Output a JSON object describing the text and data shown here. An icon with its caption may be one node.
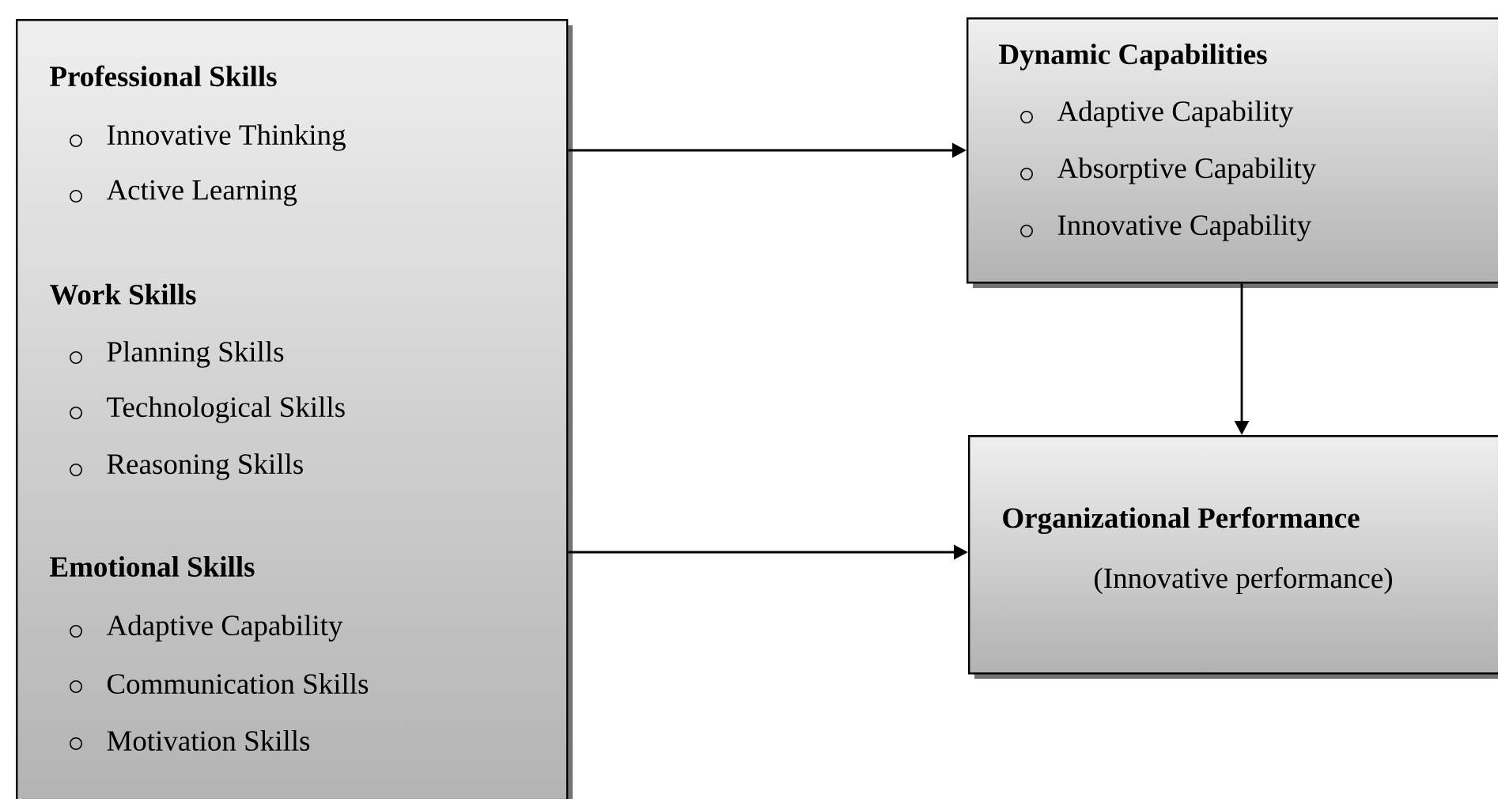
{
  "diagram": {
    "nodes": [
      {
        "text": [
          "Professional Skills",
          "Innovative Thinking",
          "Active Learning",
          "Work Skills",
          "Planning Skills",
          "Technological Skills",
          "Reasoning Skills",
          "Emotional Skills",
          "Adaptive Capability",
          "Communication Skills",
          "Motivation Skills"
        ]
      },
      {
        "text": [
          "Dynamic Capabilities",
          "Adaptive Capability",
          "Absorptive Capability",
          "Innovative Capability"
        ]
      },
      {
        "text": [
          "Organizational Performance",
          "(Innovative performance)"
        ]
      }
    ],
    "edges": [
      {
        "from": 0,
        "to": 1,
        "arrow": "to"
      },
      {
        "from": 1,
        "to": 2,
        "arrow": "to"
      },
      {
        "from": 0,
        "to": 2,
        "arrow": "to"
      }
    ]
  }
}
